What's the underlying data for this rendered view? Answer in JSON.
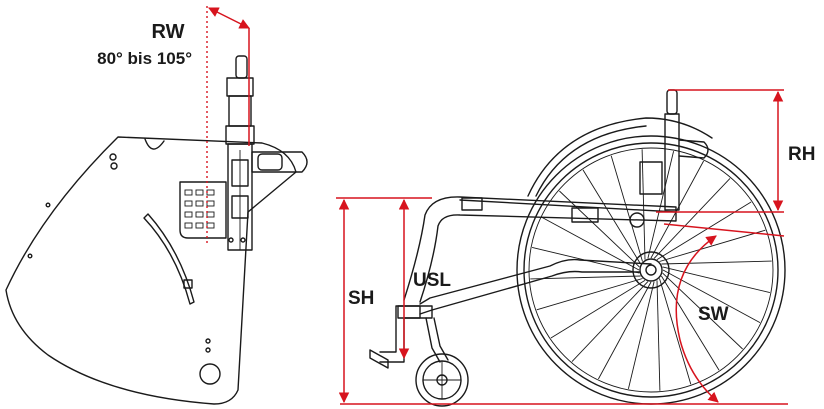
{
  "labels": {
    "rw": "RW",
    "rw_range": "80° bis 105°",
    "rh": "RH",
    "sh": "SH",
    "usl": "USL",
    "sw": "SW"
  },
  "colors": {
    "accent": "#d7141e",
    "line": "#1a1a1a",
    "background": "#ffffff"
  }
}
